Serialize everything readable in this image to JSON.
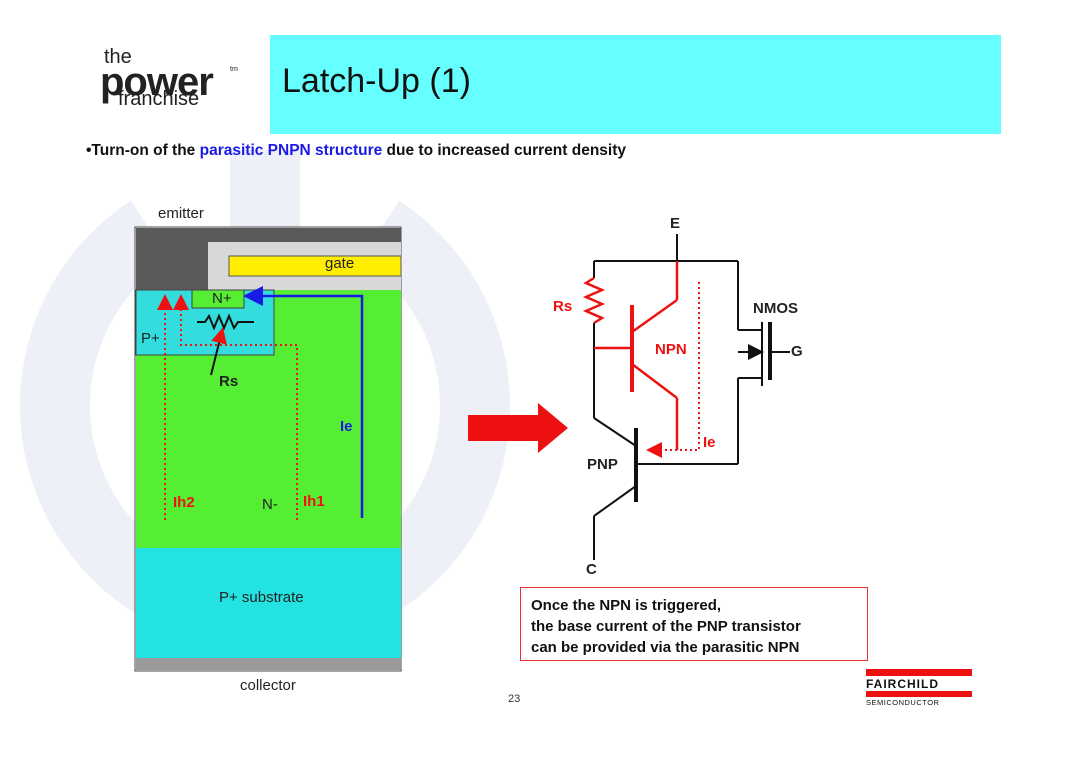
{
  "logo": {
    "line1": "the",
    "line2": "power",
    "line3": "franchise",
    "tm": "tm"
  },
  "title": "Latch-Up (1)",
  "bullet": {
    "prefix": "•Turn-on of the ",
    "highlight": "parasitic PNPN structure",
    "suffix": " due to increased current density"
  },
  "cross_section": {
    "top_label": "emitter",
    "bottom_label": "collector",
    "gate": "gate",
    "n_plus": "N+",
    "p_plus": "P+",
    "rs": "Rs",
    "ie": "Ie",
    "ih2": "Ih2",
    "n_minus": "N-",
    "ih1": "Ih1",
    "substrate": "P+ substrate"
  },
  "circuit": {
    "e": "E",
    "rs": "Rs",
    "nmos": "NMOS",
    "g": "G",
    "npn": "NPN",
    "ie": "Ie",
    "pnp": "PNP",
    "c": "C"
  },
  "note": {
    "line1": "Once the NPN is triggered,",
    "line2": "the base current of the PNP transistor",
    "line3": "can be provided via the parasitic NPN"
  },
  "page_number": "23",
  "company": {
    "name": "FAIRCHILD",
    "sub": "SEMICONDUCTOR"
  },
  "colors": {
    "title_bg": "#66ffff",
    "n_region": "#55ee33",
    "p_region": "#33dddd",
    "red": "#ee1111",
    "blue": "#1a1ae6",
    "gate": "#ffee00"
  }
}
